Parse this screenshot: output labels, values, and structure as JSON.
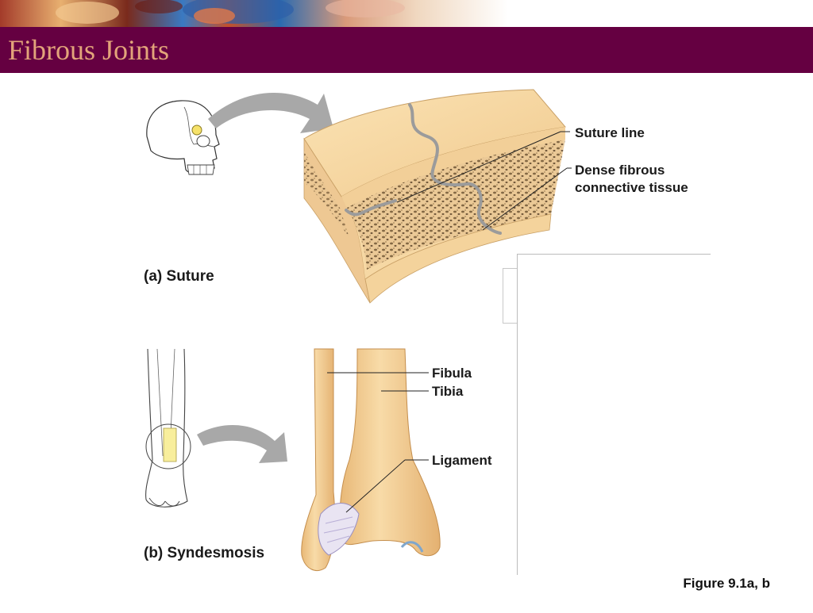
{
  "slide": {
    "title": "Fibrous Joints",
    "figure_number": "Figure 9.1a, b"
  },
  "suture_panel": {
    "caption_prefix": "(a)",
    "caption": "Suture",
    "labels": {
      "suture_line": "Suture line",
      "dense_line1": "Dense fibrous",
      "dense_line2": "connective tissue"
    }
  },
  "syndesmosis_panel": {
    "caption_prefix": "(b)",
    "caption": "Syndesmosis",
    "labels": {
      "fibula": "Fibula",
      "tibia": "Tibia",
      "ligament": "Ligament"
    }
  },
  "colors": {
    "title_bar": "#650041",
    "title_text": "#e2a47a",
    "bone": "#f3cf96",
    "arrow": "#a8a8a8"
  }
}
